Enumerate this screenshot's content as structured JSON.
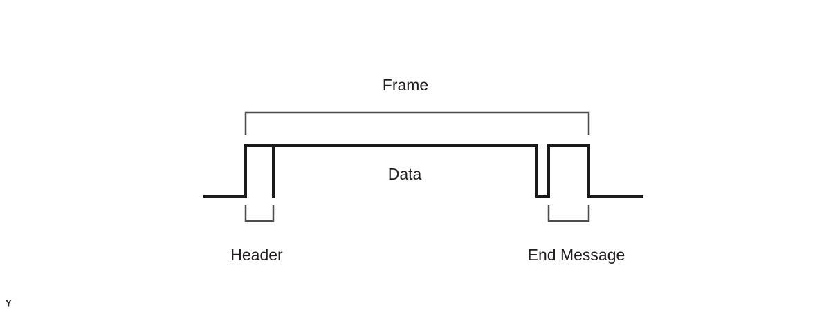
{
  "diagram": {
    "title_label": "Frame",
    "data_label": "Data",
    "header_label": "Header",
    "end_message_label": "End Message",
    "corner_glyph": "Y",
    "colors": {
      "background": "#ffffff",
      "waveform": "#1a1a1a",
      "bracket": "#4d4d4d",
      "text": "#231f20"
    }
  },
  "chart_data": {
    "type": "line",
    "title": "Frame",
    "xlabel": "",
    "ylabel": "",
    "grid": false,
    "legend": "none",
    "description": "Digital timing waveform showing a message frame composed of a Header pulse, a Data block, and an End Message pulse, drawn on a logic baseline.",
    "signal_levels": {
      "low": 0,
      "high": 1
    },
    "xlim": [
      294,
      930
    ],
    "ylim": [
      0,
      1
    ],
    "waveform_points": [
      {
        "x": 294,
        "y": 0
      },
      {
        "x": 355,
        "y": 0
      },
      {
        "x": 355,
        "y": 1
      },
      {
        "x": 395,
        "y": 1
      },
      {
        "x": 395,
        "y": 0
      },
      {
        "x": 396,
        "y": 0
      },
      {
        "x": 396,
        "y": 1
      },
      {
        "x": 776,
        "y": 1
      },
      {
        "x": 776,
        "y": 0
      },
      {
        "x": 793,
        "y": 0
      },
      {
        "x": 793,
        "y": 1
      },
      {
        "x": 851,
        "y": 1
      },
      {
        "x": 851,
        "y": 0
      },
      {
        "x": 930,
        "y": 0
      }
    ],
    "segments": [
      {
        "name": "Header",
        "x_start": 355,
        "x_end": 395,
        "level": 1
      },
      {
        "name": "Data",
        "x_start": 396,
        "x_end": 776,
        "level": 1
      },
      {
        "name": "End Message",
        "x_start": 793,
        "x_end": 851,
        "level": 1
      }
    ],
    "annotations": [
      {
        "text": "Frame",
        "type": "span-bracket",
        "x_start": 355,
        "x_end": 851,
        "position": "above",
        "label_x": 586,
        "label_y": 125
      },
      {
        "text": "Data",
        "type": "inline-label",
        "x": 585,
        "y": 253
      },
      {
        "text": "Header",
        "type": "span-bracket",
        "x_start": 355,
        "x_end": 395,
        "position": "below",
        "label_x": 371,
        "label_y": 371
      },
      {
        "text": "End Message",
        "type": "span-bracket",
        "x_start": 793,
        "x_end": 851,
        "position": "below",
        "label_x": 833,
        "label_y": 371
      },
      {
        "text": "Y",
        "type": "corner-glyph",
        "x": 10,
        "y": 440
      }
    ]
  }
}
